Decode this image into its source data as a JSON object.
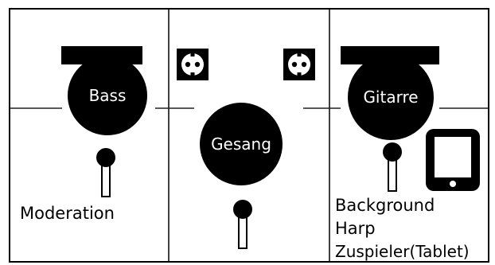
{
  "colors": {
    "ink": "#000000",
    "paper": "#ffffff",
    "line": "#222222"
  },
  "positions": {
    "bass": {
      "label": "Bass",
      "icon": "speaker-monitor-icon"
    },
    "gesang": {
      "label": "Gesang",
      "icon": "speaker-monitor-icon"
    },
    "gitarre": {
      "label": "Gitarre",
      "icon": "speaker-monitor-icon"
    }
  },
  "outlets": [
    {
      "icon": "power-outlet-icon"
    },
    {
      "icon": "power-outlet-icon"
    }
  ],
  "microphones": [
    {
      "icon": "microphone-stand-icon"
    },
    {
      "icon": "microphone-stand-icon"
    },
    {
      "icon": "microphone-stand-icon"
    }
  ],
  "devices": {
    "tablet": {
      "icon": "tablet-icon"
    }
  },
  "labels": {
    "moderation": "Moderation",
    "background_lines": [
      "Background",
      "Harp",
      "Zuspieler(Tablet)"
    ]
  }
}
